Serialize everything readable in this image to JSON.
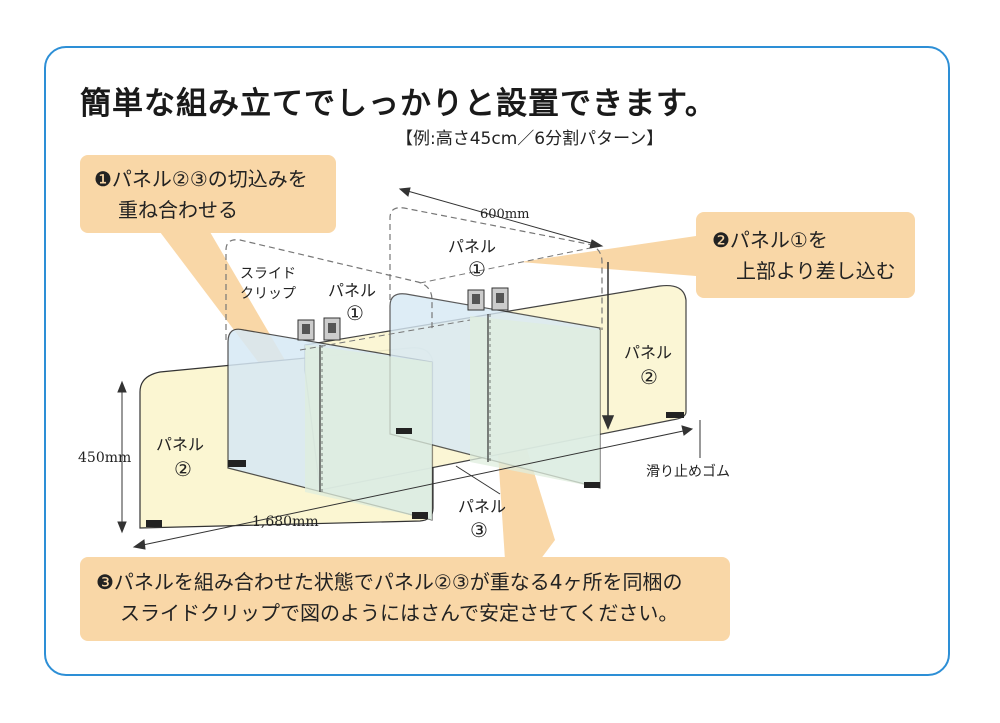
{
  "title": "簡単な組み立てでしっかりと設置できます。",
  "subtitle": "【例:高さ45cm／6分割パターン】",
  "callouts": {
    "step1": {
      "line1": "❶パネル②③の切込みを",
      "line2": "重ね合わせる"
    },
    "step2": {
      "line1": "❷パネル①を",
      "line2": "上部より差し込む"
    },
    "step3": {
      "line1": "❸パネルを組み合わせた状態でパネル②③が重なる4ヶ所を同梱の",
      "line2": "スライドクリップで図のようにはさんで安定させてください。"
    }
  },
  "diagram": {
    "panel_word": "パネル",
    "num1": "①",
    "num2": "②",
    "num3": "③",
    "clip_label_line1": "スライド",
    "clip_label_line2": "クリップ",
    "dim_width": "600mm",
    "dim_height": "450mm",
    "dim_length": "1,680mm",
    "rubber_label": "滑り止めゴム"
  },
  "colors": {
    "frame": "#2d8fd6",
    "callout": "#f9d7a7",
    "panel_yellow": "#fbf6d2",
    "panel_blue": "#d7e9f5",
    "panel_green": "#dfeedd"
  }
}
